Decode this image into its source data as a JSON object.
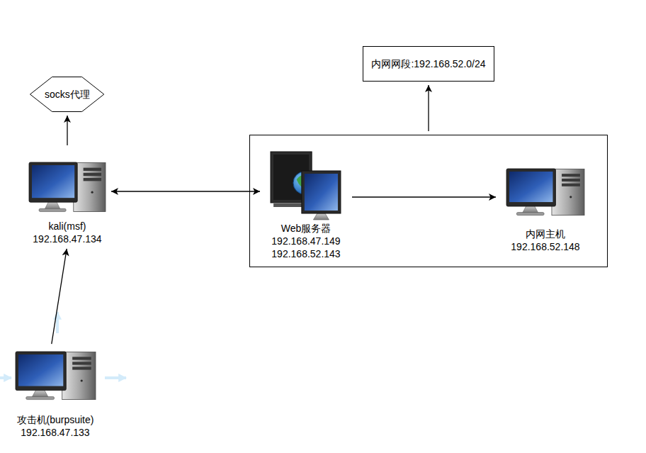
{
  "diagram": {
    "nodes": [
      {
        "text": [
          "内网网段:192.168.52.0/24"
        ]
      },
      {
        "text": [
          "socks代理"
        ]
      },
      {
        "text": [
          "kali(msf)",
          "192.168.47.134"
        ]
      },
      {
        "text": []
      },
      {
        "text": [
          "Web服务器",
          "192.168.47.149",
          "192.168.52.143"
        ],
        "in": 3
      },
      {
        "text": [
          "内网主机",
          "192.168.52.148"
        ],
        "in": 3
      },
      {
        "text": [
          "攻击机(burpsuite)",
          "192.168.47.133"
        ]
      }
    ],
    "edges": [
      {
        "from": 2,
        "to": 1,
        "arrow": "to"
      },
      {
        "from": 2,
        "to": 4,
        "arrow": "both"
      },
      {
        "from": 4,
        "to": 5,
        "arrow": "to"
      },
      {
        "from": 3,
        "to": 0,
        "arrow": "to"
      },
      {
        "from": 6,
        "to": 2,
        "arrow": "to"
      }
    ]
  }
}
